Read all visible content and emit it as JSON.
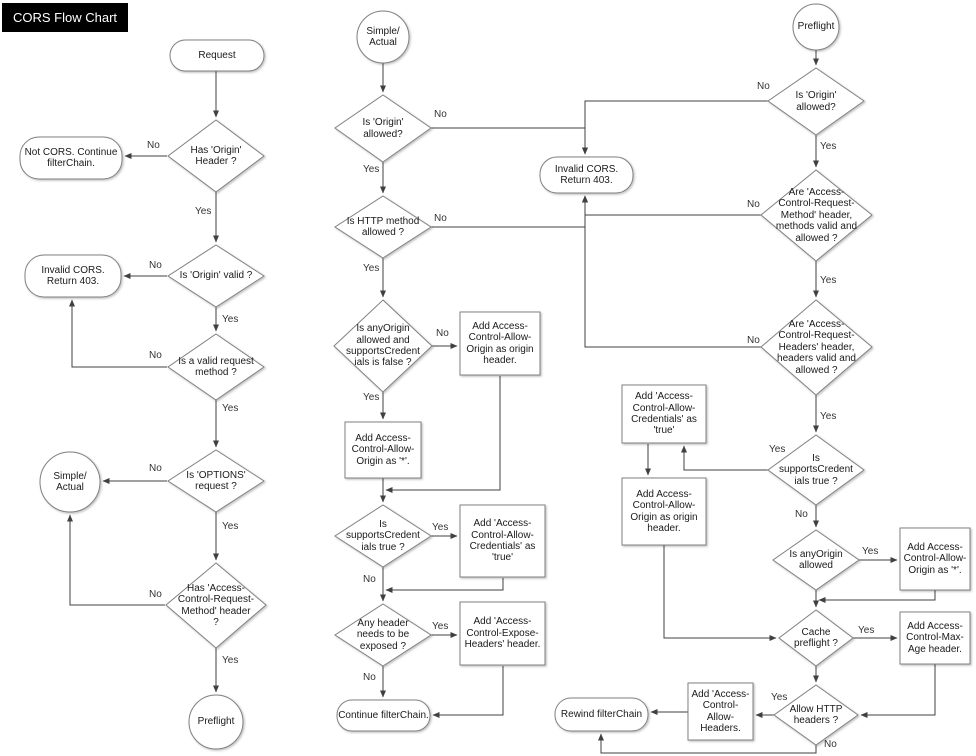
{
  "title": "CORS Flow Chart",
  "colors": {
    "title_bg": "#000000",
    "title_fg": "#ffffff",
    "shape_fill": "#ffffff",
    "shape_stroke": "#808080",
    "connector": "#404040",
    "text": "#1a1a1a"
  },
  "nodes": {
    "request": "Request",
    "has_origin": "Has 'Origin'\nHeader ?",
    "not_cors": "Not CORS. Continue\nfilterChain.",
    "origin_valid": "Is 'Origin' valid ?",
    "invalid_left": "Invalid CORS.\nReturn 403.",
    "valid_method": "Is a valid request\nmethod ?",
    "options_request": "Is 'OPTIONS'\nrequest ?",
    "simple_left": "Simple/\nActual",
    "has_acrm": "Has 'Access-\nControl-Request-\nMethod' header\n?",
    "preflight_left": "Preflight",
    "simple_mid": "Simple/\nActual",
    "origin_allowed_mid": "Is 'Origin'\nallowed?",
    "invalid_mid": "Invalid CORS.\nReturn 403.",
    "http_method": "Is HTTP method\nallowed ?",
    "anyorigin_credfalse": "Is anyOrigin\nallowed and\nsupportsCredent\nials is false ?",
    "add_origin_hdr_mid": "Add Access-\nControl-Allow-\nOrigin as origin\nheader.",
    "add_star_mid": "Add Access-\nControl-Allow-\nOrigin as '*'.",
    "supports_cred_mid": "Is\nsupportsCredent\nials true ?",
    "add_cred_mid": "Add 'Access-\nControl-Allow-\nCredentials' as\n'true'",
    "expose": "Any header\nneeds to be\nexposed ?",
    "add_expose": "Add 'Access-\nControl-Expose-\nHeaders' header.",
    "continue_chain": "Continue filterChain.",
    "preflight_top": "Preflight",
    "origin_allowed_r": "Is 'Origin'\nallowed?",
    "acrm_valid": "Are 'Access-\nControl-Request-\nMethod' header,\nmethods valid and\nallowed ?",
    "acrh_valid": "Are 'Access-\nControl-Request-\nHeaders' header,\nheaders valid and\nallowed ?",
    "supports_cred_r": "Is\nsupportsCredent\nials true ?",
    "add_cred_r": "Add 'Access-\nControl-Allow-\nCredentials' as\n'true'",
    "add_origin_hdr_r": "Add Access-\nControl-Allow-\nOrigin as origin\nheader.",
    "anyorigin_r": "Is anyOrigin\nallowed",
    "add_star_r": "Add Access-\nControl-Allow-\nOrigin as '*'.",
    "cache_preflight": "Cache\npreflight ?",
    "max_age": "Add Access-\nControl-Max-\nAge header.",
    "allow_http": "Allow HTTP\nheaders ?",
    "allow_headers": "Add 'Access-\nControl-\nAllow-\nHeaders.",
    "rewind": "Rewind filterChain"
  },
  "edge_labels": [
    "No",
    "Yes",
    "No",
    "Yes",
    "No",
    "Yes",
    "No",
    "Yes",
    "No",
    "Yes",
    "No",
    "Yes",
    "No",
    "Yes",
    "No",
    "Yes",
    "Yes",
    "No",
    "Yes",
    "No",
    "No",
    "Yes",
    "No",
    "Yes",
    "No",
    "Yes",
    "Yes",
    "No",
    "Yes",
    "Yes",
    "Yes",
    "No"
  ]
}
